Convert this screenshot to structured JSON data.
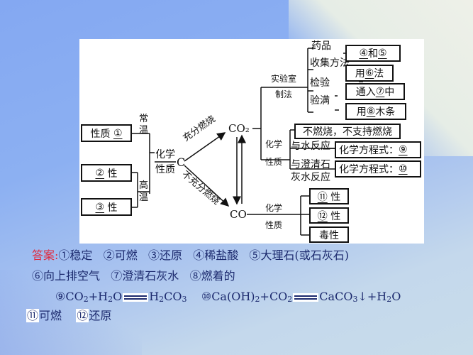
{
  "diagram": {
    "left": {
      "boxes": [
        {
          "text": "性质",
          "blank": "①",
          "suffix": ""
        },
        {
          "text": "",
          "blank": "②",
          "suffix": "性"
        },
        {
          "text": "",
          "blank": "③",
          "suffix": "性"
        }
      ],
      "label_normal_temp": [
        "常",
        "温"
      ],
      "label_high_temp": [
        "高",
        "温"
      ],
      "chem_prop_top": "化学",
      "chem_prop_bottom": "性质",
      "center": "C",
      "arrow_full_combustion": "充分燃烧",
      "arrow_incomplete_combustion": "不充分燃烧"
    },
    "nodes": {
      "co2": "CO₂",
      "co": "CO"
    },
    "co2_branch": {
      "lab_prep_top": "实验室",
      "lab_prep_bottom": "制法",
      "lab_items": [
        {
          "label": "药品",
          "box": {
            "parts": [
              "④",
              " 和 ",
              "⑤"
            ]
          }
        },
        {
          "label": "收集方法",
          "box": {
            "parts": [
              "用 ",
              "⑥",
              " 法"
            ]
          }
        },
        {
          "label": "检验",
          "box": {
            "parts": [
              "通入 ",
              "⑦",
              " 中"
            ]
          }
        },
        {
          "label": "验满",
          "box": {
            "parts": [
              "用 ",
              "⑧",
              " 木条"
            ]
          }
        }
      ],
      "chem_prop_top": "化学",
      "chem_prop_bottom": "性质",
      "prop_box": "不燃烧，不支持燃烧",
      "water_reaction": "与水反应",
      "water_equation_label": "化学方程式：",
      "water_equation_blank": "⑨",
      "lime_reaction_line1": "与澄清石",
      "lime_reaction_line2": "灰水反应",
      "lime_equation_label": "化学方程式：",
      "lime_equation_blank": "⑩"
    },
    "co_branch": {
      "chem_prop_top": "化学",
      "chem_prop_bottom": "性质",
      "items": [
        {
          "blank": "⑪",
          "suffix": "性"
        },
        {
          "blank": "⑫",
          "suffix": "性"
        },
        {
          "blank": "",
          "suffix": "毒性"
        }
      ]
    }
  },
  "answer": {
    "label": "答案:",
    "line1": [
      "①稳定",
      "②可燃",
      "③还原",
      "④稀盐酸",
      "⑤大理石(或石灰石)"
    ],
    "line2": [
      "⑥向上排空气",
      "⑦澄清石灰水",
      "⑧燃着的"
    ],
    "eq9": {
      "num": "⑨",
      "lhs": [
        "CO",
        "2",
        "+H",
        "2",
        "O"
      ],
      "rhs": [
        "H",
        "2",
        "CO",
        "3"
      ]
    },
    "eq10": {
      "num": "⑩",
      "lhs": [
        "Ca(OH)",
        "2",
        "+CO",
        "2"
      ],
      "rhs": [
        "CaCO",
        "3",
        "↓+H",
        "2",
        "O"
      ]
    },
    "line4": [
      {
        "num": "⑪",
        "text": "可燃"
      },
      {
        "num": "⑫",
        "text": "还原"
      }
    ]
  },
  "colors": {
    "answer_label": "#e0283c",
    "answer_text": "#1c2a6e",
    "background": "#8cb0f2",
    "panel": "#ffffff"
  }
}
